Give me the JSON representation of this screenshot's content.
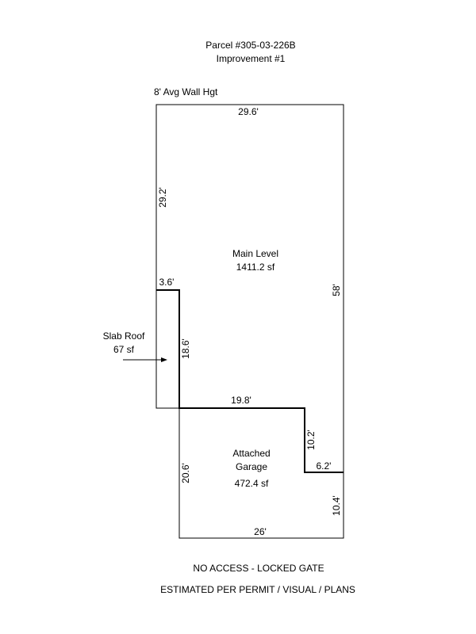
{
  "header": {
    "parcel": "Parcel #305-03-226B",
    "improvement": "Improvement #1"
  },
  "wall_height_note": "8' Avg Wall Hgt",
  "areas": {
    "main_level": {
      "name": "Main Level",
      "size": "1411.2 sf"
    },
    "garage": {
      "name_line1": "Attached",
      "name_line2": "Garage",
      "size": "472.4 sf"
    },
    "slab_roof": {
      "name": "Slab Roof",
      "size": "67 sf"
    }
  },
  "dimensions": {
    "main_top": "29.6'",
    "main_left_upper": "29.2'",
    "main_right": "58'",
    "slab_top": "3.6'",
    "slab_right": "18.6'",
    "main_bottom": "19.8'",
    "garage_step_vertical": "10.2'",
    "garage_step_horizontal": "6.2'",
    "garage_left": "20.6'",
    "garage_right_lower": "10.4'",
    "garage_bottom": "26'"
  },
  "footer": {
    "access_note": "NO ACCESS - LOCKED GATE",
    "estimate_note": "ESTIMATED PER PERMIT / VISUAL / PLANS"
  }
}
